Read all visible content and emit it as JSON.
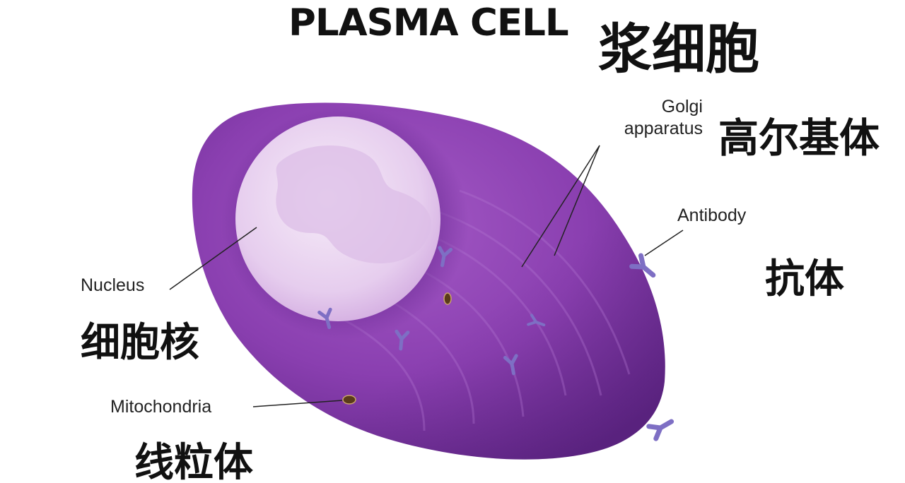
{
  "title": {
    "en": "PLASMA CELL",
    "zh": "浆细胞"
  },
  "labels": {
    "golgi": {
      "en_line1": "Golgi",
      "en_line2": "apparatus",
      "zh": "高尔基体"
    },
    "antibody": {
      "en": "Antibody",
      "zh": "抗体"
    },
    "nucleus": {
      "en": "Nucleus",
      "zh": "细胞核"
    },
    "mitochondria": {
      "en": "Mitochondria",
      "zh": "线粒体"
    }
  },
  "colors": {
    "cell_body": "#8a3fb0",
    "cell_dark": "#6a2a93",
    "nucleus": "#e6c8ee",
    "nucleus_inner": "#d4aee0",
    "antibody": "#7e6fc4",
    "mitochondria": "#5a3a1a"
  }
}
